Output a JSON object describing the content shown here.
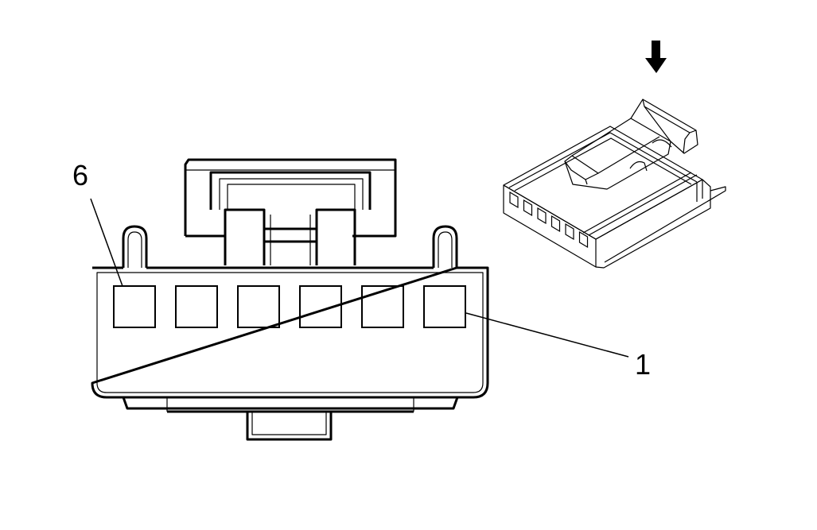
{
  "diagram": {
    "pin_labels": {
      "first": "1",
      "last": "6"
    },
    "cavity_count": 6,
    "colors": {
      "line": "#000000",
      "background": "#ffffff"
    },
    "icons": [
      "down-arrow-icon"
    ]
  }
}
